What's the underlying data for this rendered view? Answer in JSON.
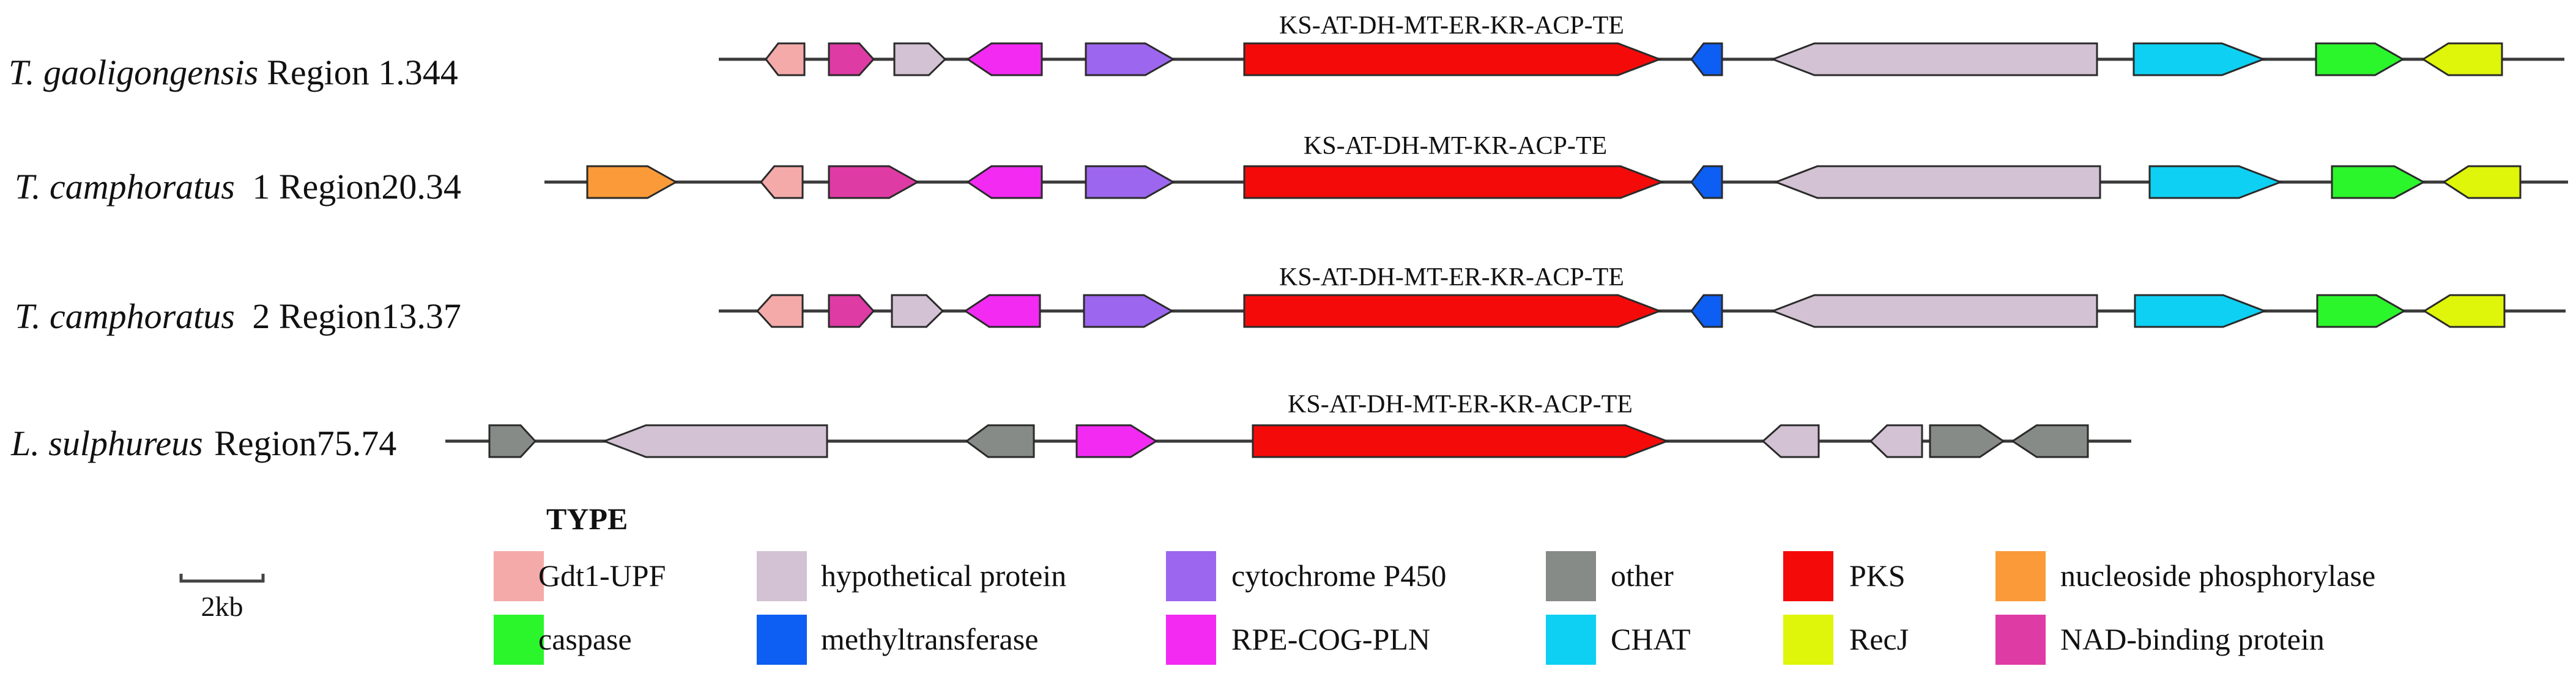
{
  "colors": {
    "Gdt1-UPF": "#f4aaa9",
    "hypothetical protein": "#d2c2d3",
    "cytochrome P450": "#9c66ee",
    "other": "#878b87",
    "PKS": "#f50a0a",
    "nucleoside phosphorylase": "#fb9a38",
    "caspase": "#2bf52b",
    "methyltransferase": "#0d5ef2",
    "RPE-COG-PLN": "#f22af2",
    "CHAT": "#0ed0f2",
    "RecJ": "#dff50a",
    "NAD-binding protein": "#df3ba4"
  },
  "tracks": [
    {
      "species": "T. gaoligongensis",
      "region": "Region 1.344",
      "pks_label": "KS-AT-DH-MT-ER-KR-ACP-TE",
      "genes": [
        {
          "type": "Gdt1-UPF",
          "strand": "-"
        },
        {
          "type": "NAD-binding protein",
          "strand": "+"
        },
        {
          "type": "hypothetical protein",
          "strand": "+"
        },
        {
          "type": "RPE-COG-PLN",
          "strand": "-"
        },
        {
          "type": "cytochrome P450",
          "strand": "+"
        },
        {
          "type": "PKS",
          "strand": "+"
        },
        {
          "type": "methyltransferase",
          "strand": "-"
        },
        {
          "type": "hypothetical protein",
          "strand": "-"
        },
        {
          "type": "CHAT",
          "strand": "+"
        },
        {
          "type": "caspase",
          "strand": "+"
        },
        {
          "type": "RecJ",
          "strand": "-"
        }
      ]
    },
    {
      "species": "T. camphoratus",
      "region": " 1 Region20.34",
      "pks_label": "KS-AT-DH-MT-KR-ACP-TE",
      "genes": [
        {
          "type": "nucleoside phosphorylase",
          "strand": "+"
        },
        {
          "type": "Gdt1-UPF",
          "strand": "-"
        },
        {
          "type": "NAD-binding protein",
          "strand": "+"
        },
        {
          "type": "RPE-COG-PLN",
          "strand": "-"
        },
        {
          "type": "cytochrome P450",
          "strand": "+"
        },
        {
          "type": "PKS",
          "strand": "+"
        },
        {
          "type": "methyltransferase",
          "strand": "-"
        },
        {
          "type": "hypothetical protein",
          "strand": "-"
        },
        {
          "type": "CHAT",
          "strand": "+"
        },
        {
          "type": "caspase",
          "strand": "+"
        },
        {
          "type": "RecJ",
          "strand": "-"
        }
      ]
    },
    {
      "species": "T. camphoratus",
      "region": " 2 Region13.37",
      "pks_label": "KS-AT-DH-MT-ER-KR-ACP-TE",
      "genes": [
        {
          "type": "Gdt1-UPF",
          "strand": "-"
        },
        {
          "type": "NAD-binding protein",
          "strand": "+"
        },
        {
          "type": "hypothetical protein",
          "strand": "+"
        },
        {
          "type": "RPE-COG-PLN",
          "strand": "-"
        },
        {
          "type": "cytochrome P450",
          "strand": "+"
        },
        {
          "type": "PKS",
          "strand": "+"
        },
        {
          "type": "methyltransferase",
          "strand": "-"
        },
        {
          "type": "hypothetical protein",
          "strand": "-"
        },
        {
          "type": "CHAT",
          "strand": "+"
        },
        {
          "type": "caspase",
          "strand": "+"
        },
        {
          "type": "RecJ",
          "strand": "-"
        }
      ]
    },
    {
      "species": "L. sulphureus",
      "region": " Region75.74",
      "pks_label": "KS-AT-DH-MT-ER-KR-ACP-TE",
      "genes": [
        {
          "type": "other",
          "strand": "+"
        },
        {
          "type": "hypothetical protein",
          "strand": "-"
        },
        {
          "type": "other",
          "strand": "-"
        },
        {
          "type": "RPE-COG-PLN",
          "strand": "+"
        },
        {
          "type": "PKS",
          "strand": "+"
        },
        {
          "type": "hypothetical protein",
          "strand": "-"
        },
        {
          "type": "hypothetical protein",
          "strand": "-"
        },
        {
          "type": "other",
          "strand": "+"
        },
        {
          "type": "other",
          "strand": "-"
        }
      ]
    }
  ],
  "legend": {
    "title": "TYPE",
    "items": [
      "Gdt1-UPF",
      "hypothetical protein",
      "cytochrome P450",
      "other",
      "PKS",
      "nucleoside phosphorylase",
      "caspase",
      "methyltransferase",
      "RPE-COG-PLN",
      "CHAT",
      "RecJ",
      "NAD-binding protein"
    ]
  },
  "scale_bar": {
    "label": "2kb"
  }
}
